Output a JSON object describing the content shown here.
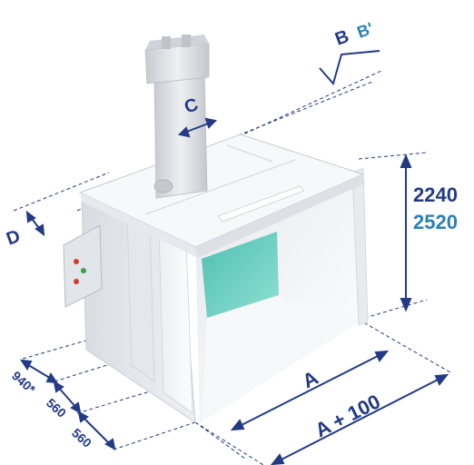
{
  "dimensions": {
    "height_1": "2240",
    "height_2": "2520",
    "width_a": "A",
    "width_a_plus": "A + 100",
    "depth_b": "B",
    "depth_b_prime": "B'",
    "duct_c": "C",
    "offset_d": "D",
    "side_940": "940*",
    "side_560_1": "560",
    "side_560_2": "560"
  },
  "colors": {
    "dimension_blue": "#233a86",
    "dimension_cyan": "#2a7fb8",
    "filter_teal": "#5cc7b8",
    "booth_white": "#f4f6f8",
    "duct_grey": "#dcdfe3"
  },
  "control_panel": {
    "indicator_colors": [
      "#d23a2a",
      "#3aa04a",
      "#d23a2a"
    ]
  }
}
